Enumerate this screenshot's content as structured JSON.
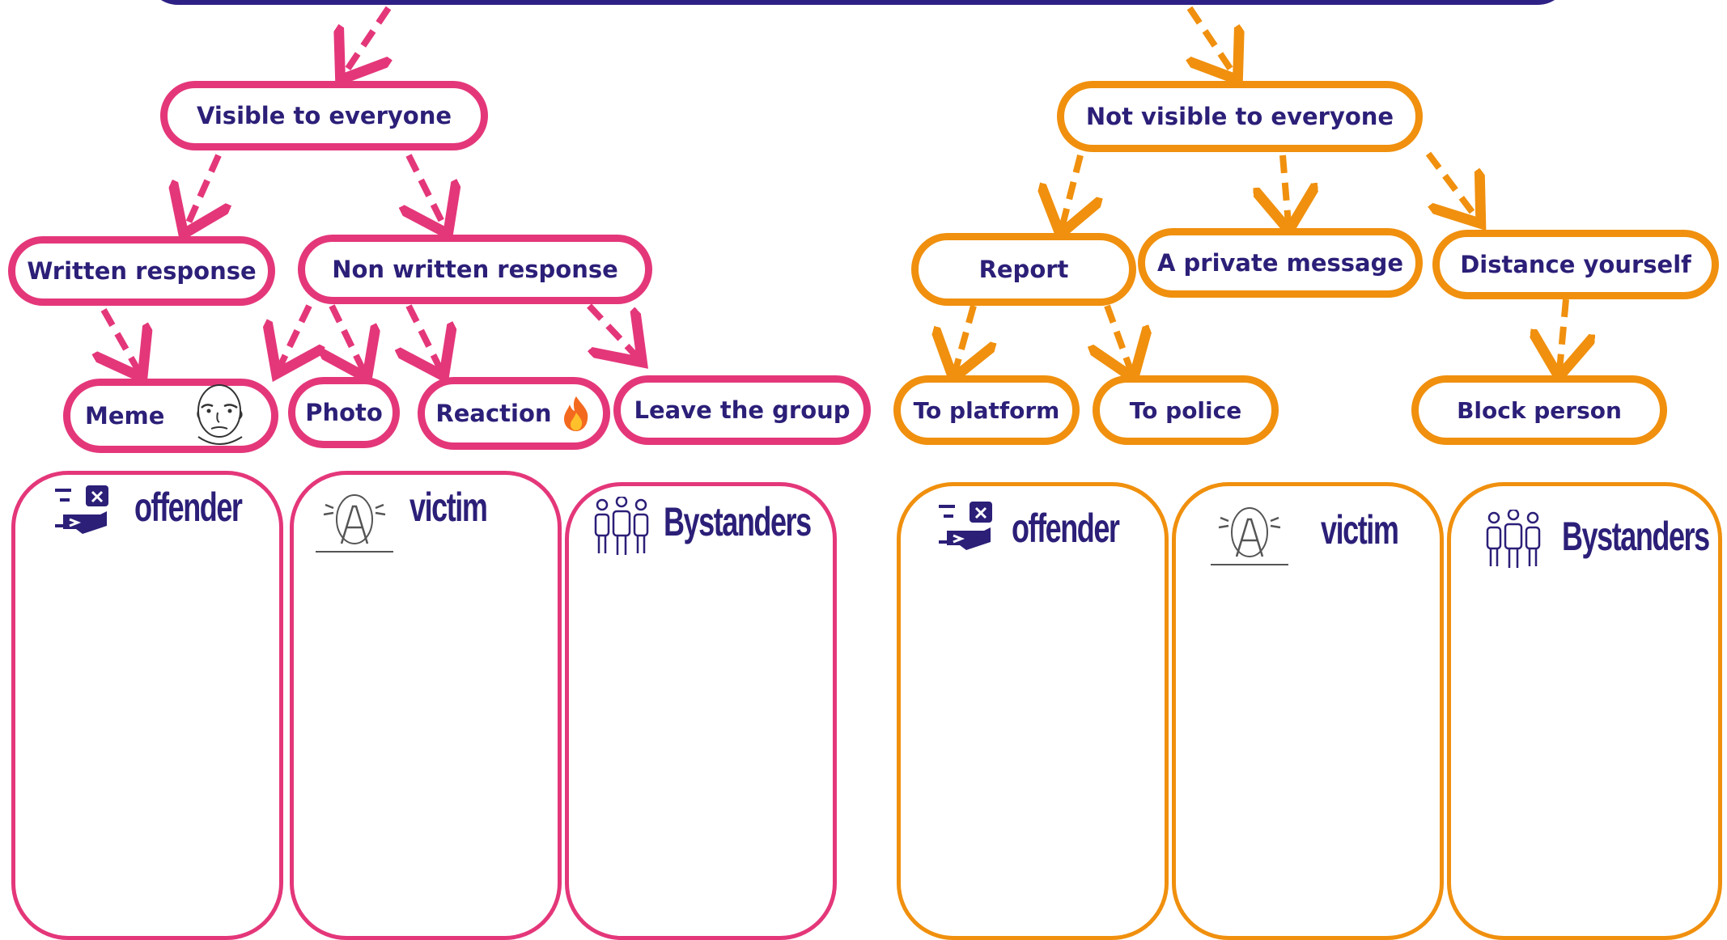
{
  "colors": {
    "pink": "#e4377a",
    "orange": "#f0900e",
    "navy": "#2b1f78"
  },
  "pink_branch": {
    "root": "Visible to everyone",
    "written": "Written response",
    "non_written": "Non written response",
    "meme": "Meme",
    "photo": "Photo",
    "reaction": "Reaction",
    "reaction_icon": "fire-emoji-icon",
    "meme_icon": "meme-face-icon",
    "leave": "Leave the group",
    "cards": {
      "offender": "offender",
      "victim": "victim",
      "bystanders": "Bystanders"
    }
  },
  "orange_branch": {
    "root": "Not visible to everyone",
    "report": "Report",
    "private_message": "A private message",
    "distance": "Distance yourself",
    "to_platform": "To platform",
    "to_police": "To police",
    "block": "Block person",
    "cards": {
      "offender": "offender",
      "victim": "victim",
      "bystanders": "Bystanders"
    }
  }
}
